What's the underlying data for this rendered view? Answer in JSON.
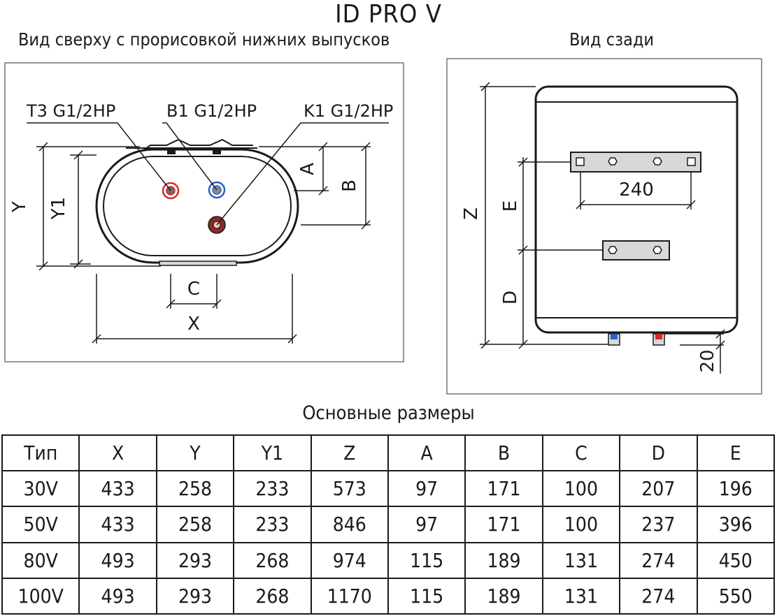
{
  "title": "ID PRO V",
  "top_view": {
    "caption": "Вид сверху с прорисовкой нижних выпусков",
    "labels": {
      "t3": "T3 G1/2HP",
      "b1": "B1 G1/2HP",
      "k1": "K1 G1/2HP",
      "y": "Y",
      "y1": "Y1",
      "a": "A",
      "b": "B",
      "c": "C",
      "x": "X"
    },
    "colors": {
      "hot_outlet": "#d42a2a",
      "cold_inlet": "#2b5fc7",
      "circulation": "#8a2a2a"
    }
  },
  "rear_view": {
    "caption": "Вид сзади",
    "labels": {
      "z": "Z",
      "e": "E",
      "d": "D",
      "bracket_spacing": "240",
      "outlet_offset": "20"
    }
  },
  "table": {
    "caption": "Основные размеры",
    "headers": [
      "Тип",
      "X",
      "Y",
      "Y1",
      "Z",
      "A",
      "B",
      "C",
      "D",
      "E"
    ],
    "rows": [
      [
        "30V",
        "433",
        "258",
        "233",
        "573",
        "97",
        "171",
        "100",
        "207",
        "196"
      ],
      [
        "50V",
        "433",
        "258",
        "233",
        "846",
        "97",
        "171",
        "100",
        "237",
        "396"
      ],
      [
        "80V",
        "493",
        "293",
        "268",
        "974",
        "115",
        "189",
        "131",
        "274",
        "450"
      ],
      [
        "100V",
        "493",
        "293",
        "268",
        "1170",
        "115",
        "189",
        "131",
        "274",
        "550"
      ]
    ]
  }
}
